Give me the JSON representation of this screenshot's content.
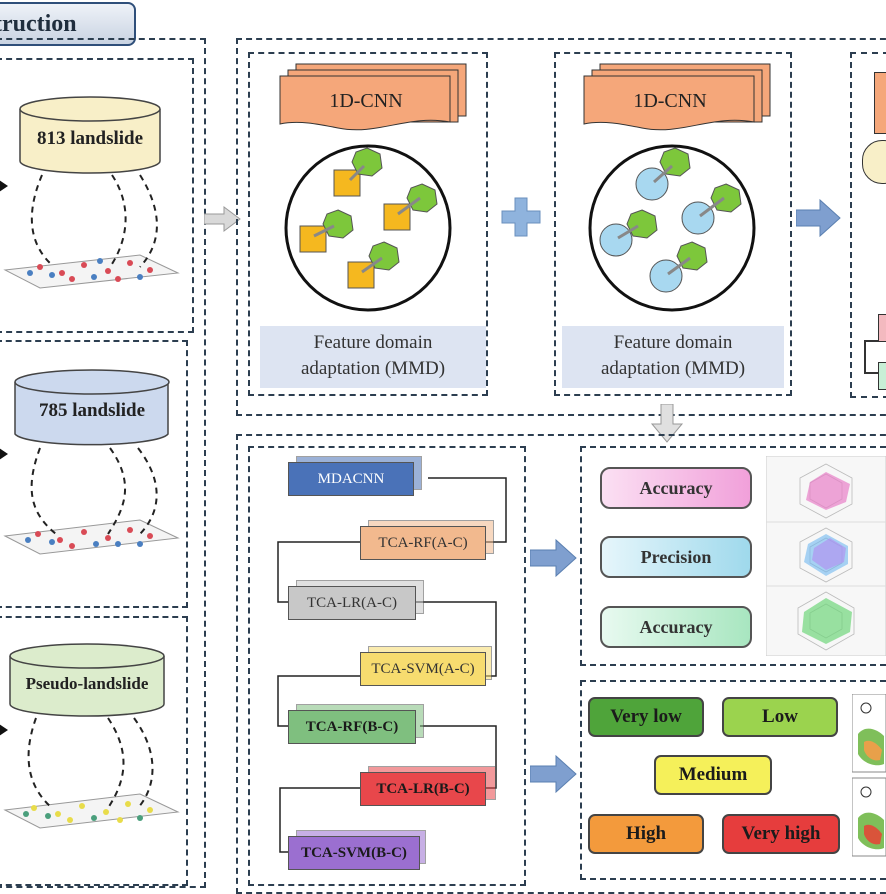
{
  "header": {
    "title": "truction"
  },
  "datasets": [
    {
      "label": "813 landslide",
      "color": "#f8efc8"
    },
    {
      "label": "785 landslide",
      "color": "#ccd9ee"
    },
    {
      "label": "Pseudo-landslide",
      "color": "#dceccc"
    }
  ],
  "cnn_blocks": [
    {
      "label": "1D-CNN",
      "fda": "Feature domain adaptation (MMD)",
      "fda_line1": "Feature domain",
      "fda_line2": "adaptation (MMD)"
    },
    {
      "label": "1D-CNN",
      "fda": "Feature domain adaptation (MMD)",
      "fda_line1": "Feature domain",
      "fda_line2": "adaptation (MMD)"
    }
  ],
  "models": [
    {
      "label": "MDACNN",
      "color": "#4a72b8",
      "text_color": "#ffffff"
    },
    {
      "label": "TCA-RF(A-C)",
      "color": "#f2b98e",
      "text_color": "#333333"
    },
    {
      "label": "TCA-LR(A-C)",
      "color": "#c8c8c8",
      "text_color": "#333333"
    },
    {
      "label": "TCA-SVM(A-C)",
      "color": "#f7dc6f",
      "text_color": "#333333"
    },
    {
      "label": "TCA-RF(B-C)",
      "color": "#7fbf7f",
      "text_color": "#1a1a1a"
    },
    {
      "label": "TCA-LR(B-C)",
      "color": "#e8474b",
      "text_color": "#1a1a1a"
    },
    {
      "label": "TCA-SVM(B-C)",
      "color": "#9b6fd0",
      "text_color": "#1a1a1a"
    }
  ],
  "metrics": [
    {
      "label": "Accuracy",
      "color": "#f4b6e0"
    },
    {
      "label": "Precision",
      "color": "#bfe6f0"
    },
    {
      "label": "Accuracy",
      "color": "#c8efd6"
    }
  ],
  "levels": [
    {
      "label": "Very low",
      "color": "#4fa43a"
    },
    {
      "label": "Low",
      "color": "#9bd34e"
    },
    {
      "label": "Medium",
      "color": "#f5f05a"
    },
    {
      "label": "High",
      "color": "#f39a3c"
    },
    {
      "label": "Very high",
      "color": "#e63d3d"
    }
  ],
  "colors": {
    "arrow": "#7f9fcf",
    "plus": "#8fb3dd",
    "gray_arrow": "#cfcfcf"
  }
}
